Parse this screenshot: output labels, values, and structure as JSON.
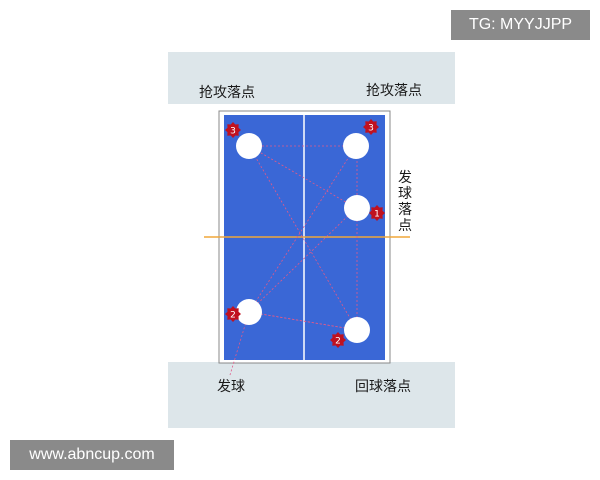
{
  "labels": {
    "attack_left": "抢攻落点",
    "attack_right": "抢攻落点",
    "serve_landing": "发球落点",
    "serve": "发球",
    "return_landing": "回球落点"
  },
  "markers": [
    "1",
    "2",
    "3",
    "2",
    "3"
  ],
  "watermarks": {
    "top": "TG: MYYJJPP",
    "bottom": "www.abncup.com"
  },
  "colors": {
    "table": "#3a67d6",
    "table_border": "#ffffff",
    "net_line": "#f0a73a",
    "trajectory": "#e05a8a",
    "marker": "#c0111f",
    "band": "#dde6ea"
  }
}
